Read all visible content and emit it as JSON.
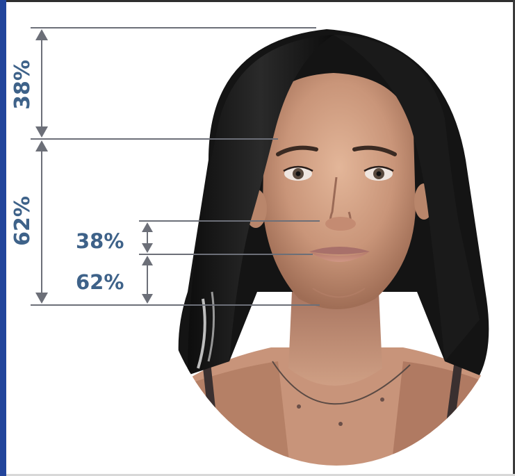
{
  "labels": {
    "top_upper": "38%",
    "top_lower": "62%",
    "mid_upper": "38%",
    "mid_lower": "62%"
  },
  "colors": {
    "frame_left": "#22459c",
    "measure_line": "#6c6f78",
    "label_text": "#3e6289"
  }
}
